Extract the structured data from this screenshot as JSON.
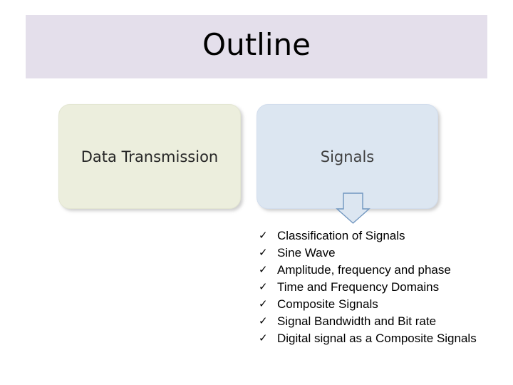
{
  "slide": {
    "title": "Outline",
    "background_color": "#ffffff",
    "title_band_color": "#e4dfeb"
  },
  "boxes": [
    {
      "name": "data-transmission",
      "label": "Data Transmission",
      "fill_color": "#eceedd",
      "text_color": "#262626"
    },
    {
      "name": "signals",
      "label": "Signals",
      "fill_color": "#dce6f1",
      "text_color": "#3f3f3f"
    }
  ],
  "arrow": {
    "icon": "arrow-down-icon",
    "fill_color": "#dce6f1",
    "stroke_color": "#7096bf"
  },
  "bullets": {
    "marker": "✓",
    "items": [
      "Classification of Signals",
      "Sine Wave",
      "Amplitude, frequency and phase",
      "Time and Frequency Domains",
      "Composite Signals",
      "Signal Bandwidth and Bit rate",
      "Digital signal as a Composite Signals"
    ]
  }
}
